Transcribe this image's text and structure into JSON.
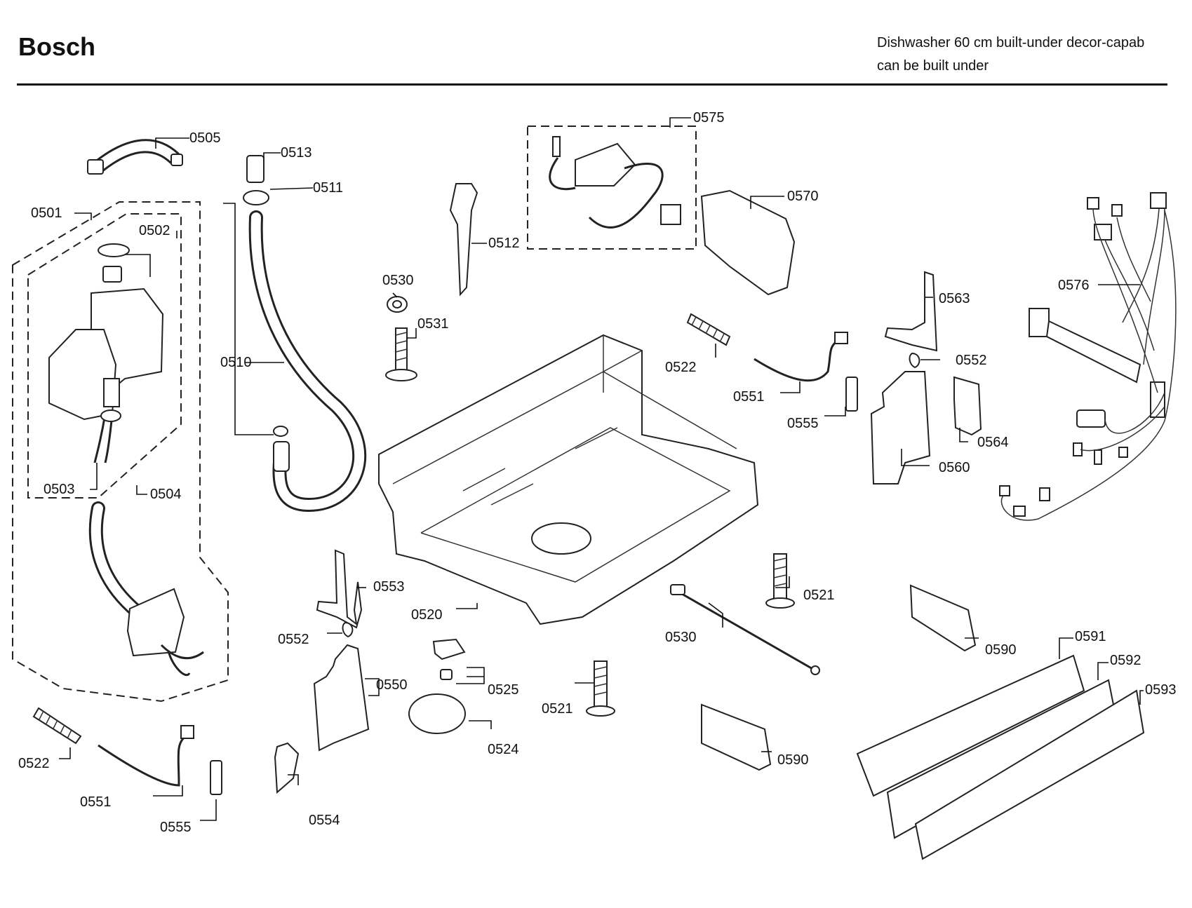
{
  "header": {
    "brand": "Bosch",
    "subtitle_line1": "Dishwasher 60 cm built-under decor-capab",
    "subtitle_line2": "can be built under"
  },
  "part_labels": [
    "0505",
    "0513",
    "0511",
    "0501",
    "0502",
    "0510",
    "0503",
    "0504",
    "0575",
    "0570",
    "0512",
    "0530",
    "0531",
    "0522",
    "0551",
    "0555",
    "0563",
    "0552",
    "0564",
    "0560",
    "0576",
    "0553",
    "0520",
    "0521",
    "0550",
    "0525",
    "0524",
    "0554",
    "0590",
    "0591",
    "0592",
    "0593"
  ]
}
